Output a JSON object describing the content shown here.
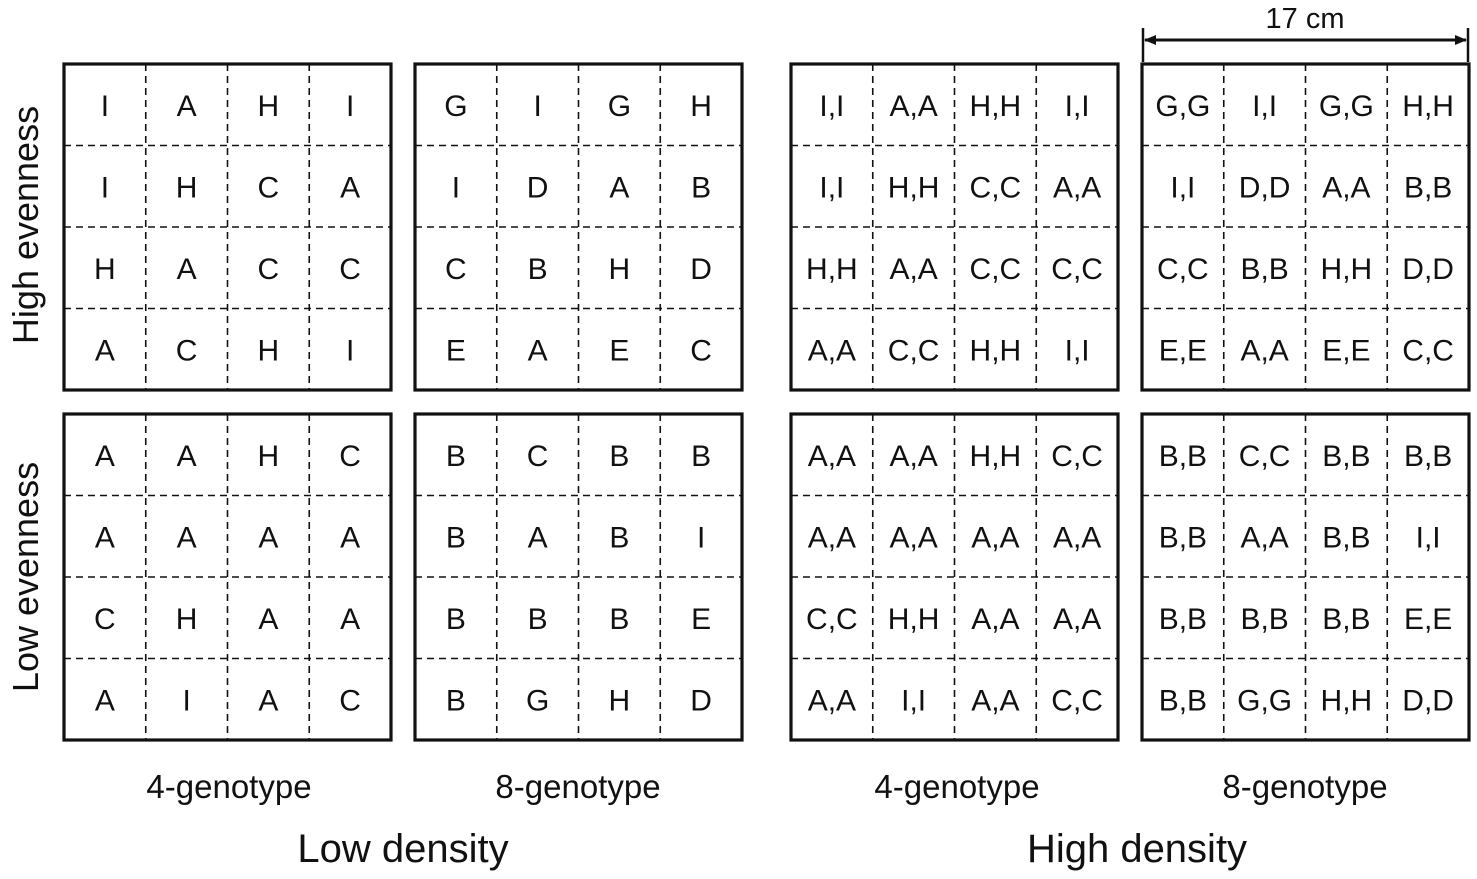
{
  "row_labels": [
    "High evenness",
    "Low evenness"
  ],
  "column_labels": [
    "4-genotype",
    "8-genotype",
    "4-genotype",
    "8-genotype"
  ],
  "group_labels": [
    "Low density",
    "High density"
  ],
  "scale_label": "17 cm",
  "grids": [
    {
      "row": 0,
      "col": 0,
      "cells": [
        [
          "I",
          "A",
          "H",
          "I"
        ],
        [
          "I",
          "H",
          "C",
          "A"
        ],
        [
          "H",
          "A",
          "C",
          "C"
        ],
        [
          "A",
          "C",
          "H",
          "I"
        ]
      ]
    },
    {
      "row": 0,
      "col": 1,
      "cells": [
        [
          "G",
          "I",
          "G",
          "H"
        ],
        [
          "I",
          "D",
          "A",
          "B"
        ],
        [
          "C",
          "B",
          "H",
          "D"
        ],
        [
          "E",
          "A",
          "E",
          "C"
        ]
      ]
    },
    {
      "row": 0,
      "col": 2,
      "cells": [
        [
          "I,I",
          "A,A",
          "H,H",
          "I,I"
        ],
        [
          "I,I",
          "H,H",
          "C,C",
          "A,A"
        ],
        [
          "H,H",
          "A,A",
          "C,C",
          "C,C"
        ],
        [
          "A,A",
          "C,C",
          "H,H",
          "I,I"
        ]
      ]
    },
    {
      "row": 0,
      "col": 3,
      "cells": [
        [
          "G,G",
          "I,I",
          "G,G",
          "H,H"
        ],
        [
          "I,I",
          "D,D",
          "A,A",
          "B,B"
        ],
        [
          "C,C",
          "B,B",
          "H,H",
          "D,D"
        ],
        [
          "E,E",
          "A,A",
          "E,E",
          "C,C"
        ]
      ]
    },
    {
      "row": 1,
      "col": 0,
      "cells": [
        [
          "A",
          "A",
          "H",
          "C"
        ],
        [
          "A",
          "A",
          "A",
          "A"
        ],
        [
          "C",
          "H",
          "A",
          "A"
        ],
        [
          "A",
          "I",
          "A",
          "C"
        ]
      ]
    },
    {
      "row": 1,
      "col": 1,
      "cells": [
        [
          "B",
          "C",
          "B",
          "B"
        ],
        [
          "B",
          "A",
          "B",
          "I"
        ],
        [
          "B",
          "B",
          "B",
          "E"
        ],
        [
          "B",
          "G",
          "H",
          "D"
        ]
      ]
    },
    {
      "row": 1,
      "col": 2,
      "cells": [
        [
          "A,A",
          "A,A",
          "H,H",
          "C,C"
        ],
        [
          "A,A",
          "A,A",
          "A,A",
          "A,A"
        ],
        [
          "C,C",
          "H,H",
          "A,A",
          "A,A"
        ],
        [
          "A,A",
          "I,I",
          "A,A",
          "C,C"
        ]
      ]
    },
    {
      "row": 1,
      "col": 3,
      "cells": [
        [
          "B,B",
          "C,C",
          "B,B",
          "B,B"
        ],
        [
          "B,B",
          "A,A",
          "B,B",
          "I,I"
        ],
        [
          "B,B",
          "B,B",
          "B,B",
          "E,E"
        ],
        [
          "B,B",
          "G,G",
          "H,H",
          "D,D"
        ]
      ]
    }
  ]
}
